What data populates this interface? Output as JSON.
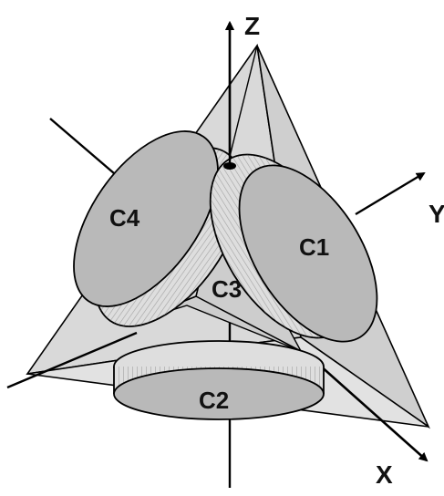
{
  "labels": {
    "axis_z": "Z",
    "axis_y": "Y",
    "axis_x": "X",
    "c1": "C1",
    "c2": "C2",
    "c3": "C3",
    "c4": "C4"
  },
  "colors": {
    "tetra_face": "#d9d9d9",
    "tetra_face_right": "#cfcfcf",
    "disc_face": "#b9b9b9",
    "disc_rim": "#dedede",
    "hatch": "#666666",
    "outline": "#000000",
    "background": "#ffffff"
  }
}
